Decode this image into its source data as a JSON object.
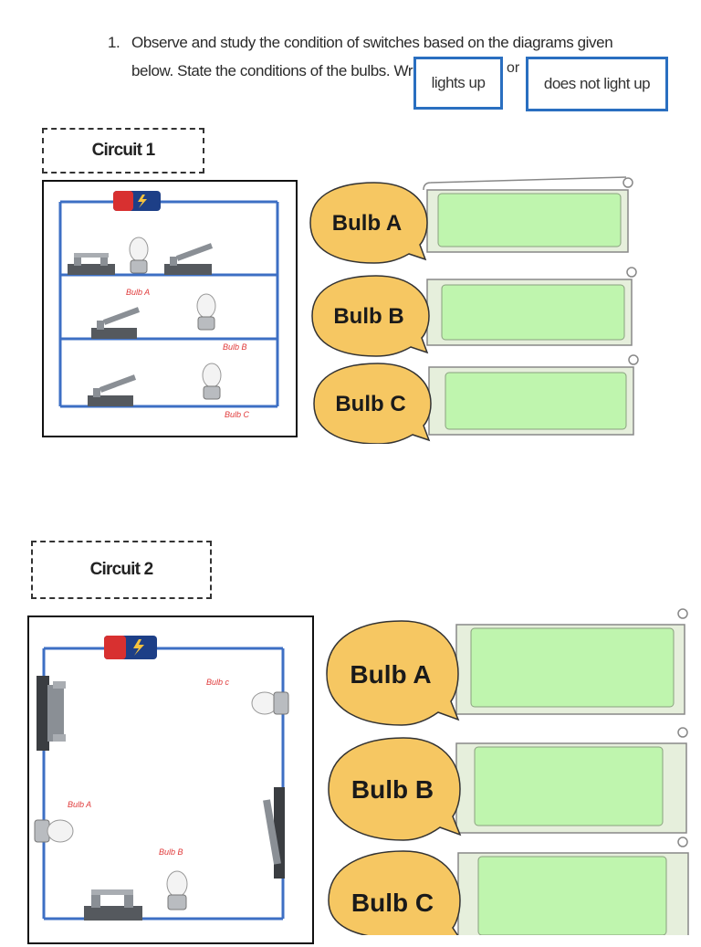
{
  "instruction": {
    "number": "1.",
    "line1": "Observe and study the condition of switches based on the diagrams given",
    "line2": "below. State the conditions of the bulbs. Write",
    "option1": "lights up",
    "or": "or",
    "option2": "does not light up"
  },
  "circuit1": {
    "title": "Circuit 1",
    "labels": {
      "a": "Bulb A",
      "b": "Bulb B",
      "c": "Bulb C"
    },
    "answers": [
      {
        "label": "Bulb A",
        "value": ""
      },
      {
        "label": "Bulb B",
        "value": ""
      },
      {
        "label": "Bulb C",
        "value": ""
      }
    ]
  },
  "circuit2": {
    "title": "Circuit 2",
    "labels": {
      "a": "Bulb A",
      "b": "Bulb B",
      "c": "Bulb c"
    },
    "answers": [
      {
        "label": "Bulb A",
        "value": ""
      },
      {
        "label": "Bulb B",
        "value": ""
      },
      {
        "label": "Bulb C",
        "value": ""
      }
    ]
  },
  "colors": {
    "wire": "#3d6fc4",
    "bubble": "#f6c762",
    "scroll": "#e6efdc",
    "answer_fill": "#bff5ae",
    "box_border": "#2a6fc0"
  }
}
